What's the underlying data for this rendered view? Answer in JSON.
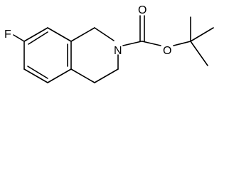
{
  "structure": {
    "atoms": {
      "fluorine": "F",
      "nitrogen": "N",
      "carbonyl_oxygen": "O",
      "ester_oxygen": "O"
    },
    "colors": {
      "bond": "#000000",
      "label": "#000000",
      "background": "#ffffff"
    }
  }
}
